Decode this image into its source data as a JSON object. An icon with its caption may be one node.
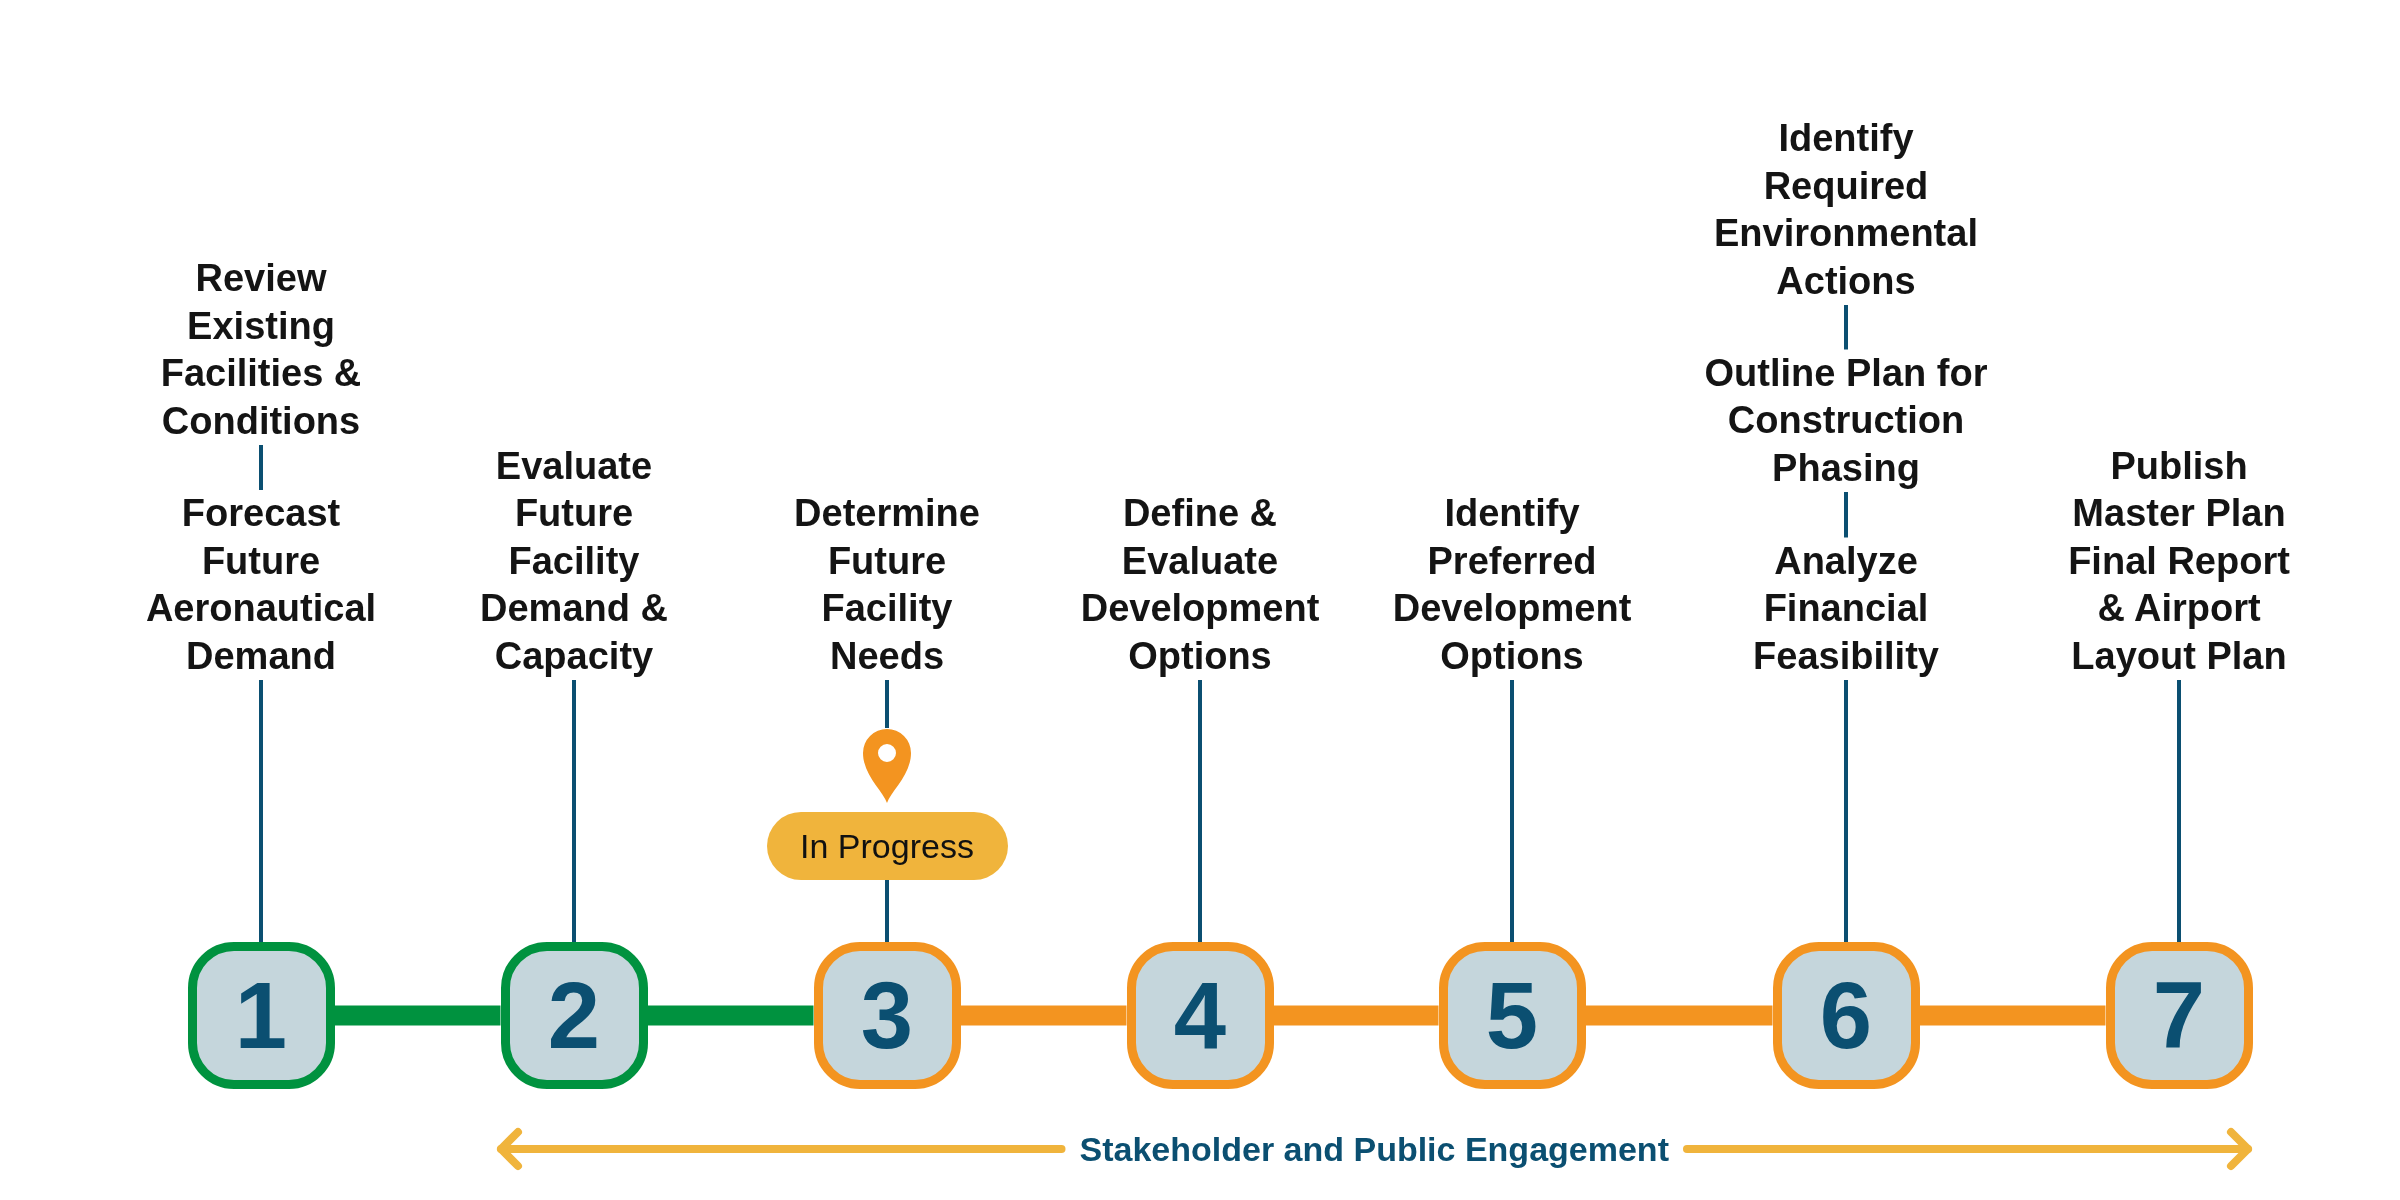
{
  "diagram": {
    "nodes": [
      {
        "text": [
          "Review Existing Facilities & Conditions"
        ]
      },
      {
        "text": [
          "Forecast Future Aeronautical Demand"
        ]
      },
      {
        "text": [
          "Evaluate Future Facility Demand & Capacity"
        ]
      },
      {
        "text": [
          "Determine Future Facility Needs"
        ]
      },
      {
        "text": [],
        "shape": "pin"
      },
      {
        "text": [
          "In Progress"
        ]
      },
      {
        "text": [
          "Define & Evaluate Development Options"
        ]
      },
      {
        "text": [
          "Identify Preferred Development Options"
        ]
      },
      {
        "text": [
          "Identify Required Environmental Actions"
        ]
      },
      {
        "text": [
          "Outline Plan for Construction Phasing"
        ]
      },
      {
        "text": [
          "Analyze Financial Feasibility"
        ]
      },
      {
        "text": [
          "Publish Master Plan Final Report & Airport Layout Plan"
        ]
      },
      {
        "text": [
          "1"
        ]
      },
      {
        "text": [
          "2"
        ]
      },
      {
        "text": [
          "3"
        ]
      },
      {
        "text": [
          "4"
        ]
      },
      {
        "text": [
          "5"
        ]
      },
      {
        "text": [
          "6"
        ]
      },
      {
        "text": [
          "7"
        ]
      }
    ],
    "edges": [
      {
        "from": 0,
        "to": 1,
        "arrow": "none"
      },
      {
        "from": 1,
        "to": 12,
        "arrow": "none"
      },
      {
        "from": 2,
        "to": 13,
        "arrow": "none"
      },
      {
        "from": 3,
        "to": 4,
        "arrow": "none"
      },
      {
        "from": 5,
        "to": 14,
        "arrow": "none"
      },
      {
        "from": 6,
        "to": 15,
        "arrow": "none"
      },
      {
        "from": 7,
        "to": 16,
        "arrow": "none"
      },
      {
        "from": 8,
        "to": 9,
        "arrow": "none"
      },
      {
        "from": 9,
        "to": 10,
        "arrow": "none"
      },
      {
        "from": 10,
        "to": 17,
        "arrow": "none"
      },
      {
        "from": 11,
        "to": 18,
        "arrow": "none"
      },
      {
        "from": 12,
        "to": 13,
        "arrow": "none",
        "style": "thick",
        "color": "#00923f"
      },
      {
        "from": 13,
        "to": 14,
        "arrow": "none",
        "style": "thick",
        "color": "#00923f"
      },
      {
        "from": 14,
        "to": 15,
        "arrow": "none",
        "style": "thick",
        "color": "#f39420"
      },
      {
        "from": 15,
        "to": 16,
        "arrow": "none",
        "style": "thick",
        "color": "#f39420"
      },
      {
        "from": 16,
        "to": 17,
        "arrow": "none",
        "style": "thick",
        "color": "#f39420"
      },
      {
        "from": 17,
        "to": 18,
        "arrow": "none",
        "style": "thick",
        "color": "#f39420"
      }
    ],
    "labels": [
      "Stakeholder and Public Engagement"
    ]
  }
}
